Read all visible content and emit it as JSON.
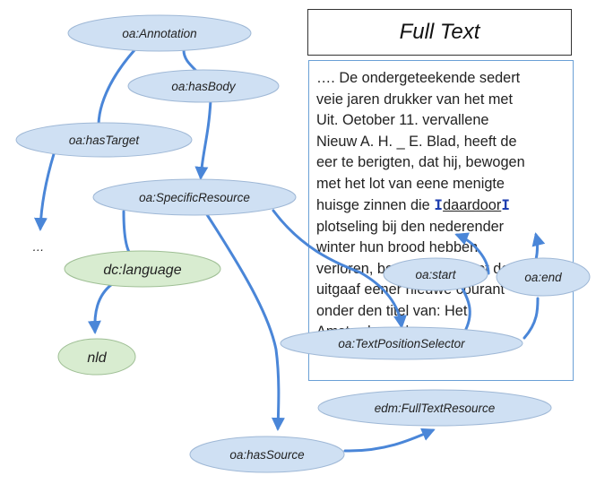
{
  "title": "Full Text",
  "fulltext": {
    "lines": [
      "…. De ondergeteekende sedert",
      "veie jaren drukker van het met",
      "Uit. Oetober 11. vervallene",
      "Nieuw A. H. _ E. Blad, heeft de",
      "eer te berigten, dat hij, bewogen",
      "met het lot van eene menigte"
    ],
    "selection_prefix": "huisge zinnen die ",
    "selection_start_marker": "I",
    "selection_word": "daardoor",
    "selection_end_marker": "I",
    "after_lines": [
      "plotseling bij den nederender",
      "winter hun brood hebben",
      "verloren, besloten heeft tot de",
      "uitgaaf eener nieuwe courant",
      "onder den titel van: Het",
      "Amsterdamsche ..."
    ]
  },
  "nodes": {
    "annotation": "oa:Annotation",
    "hasBody": "oa:hasBody",
    "hasTarget": "oa:hasTarget",
    "specificResource": "oa:SpecificResource",
    "language": "dc:language",
    "nld": "nld",
    "start": "oa:start",
    "end": "oa:end",
    "textPositionSelector": "oa:TextPositionSelector",
    "fullTextResource": "edm:FullTextResource",
    "hasSource": "oa:hasSource"
  },
  "ellipsis": "…",
  "colors": {
    "blue_node": "#cfe0f3",
    "green_node": "#d8ecd0",
    "arrow": "#4a86d8"
  }
}
